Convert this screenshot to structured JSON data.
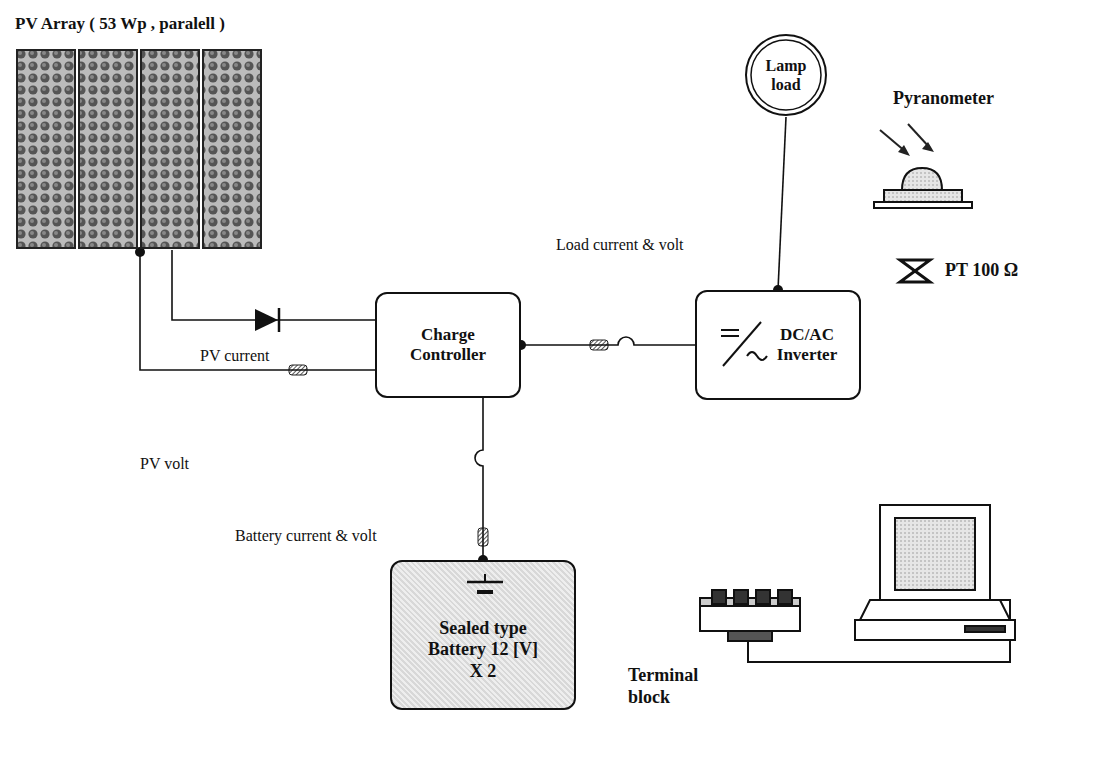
{
  "diagram": {
    "nodes": [
      {
        "text": [
          "PV Array ( 53 Wp , paralell )"
        ]
      },
      {
        "text": [
          "Charge Controller"
        ]
      },
      {
        "text": [
          "Lamp load"
        ]
      },
      {
        "text": [
          "DC/AC Inverter"
        ]
      },
      {
        "text": [
          "Sealed type Battery 12 [V] X 2"
        ]
      }
    ],
    "edges": [
      {
        "from": 0,
        "to": 1,
        "arrow": "none"
      },
      {
        "from": 0,
        "to": 1,
        "arrow": "none"
      },
      {
        "from": 1,
        "to": 3,
        "arrow": "none"
      },
      {
        "from": 3,
        "to": 2,
        "arrow": "none"
      },
      {
        "from": 1,
        "to": 4,
        "arrow": "none"
      }
    ],
    "labels": [
      "Load current & volt",
      "PV current",
      "PV volt",
      "Battery current & volt",
      "Pyranometer",
      "PT 100 Ω",
      "Terminal block"
    ]
  }
}
